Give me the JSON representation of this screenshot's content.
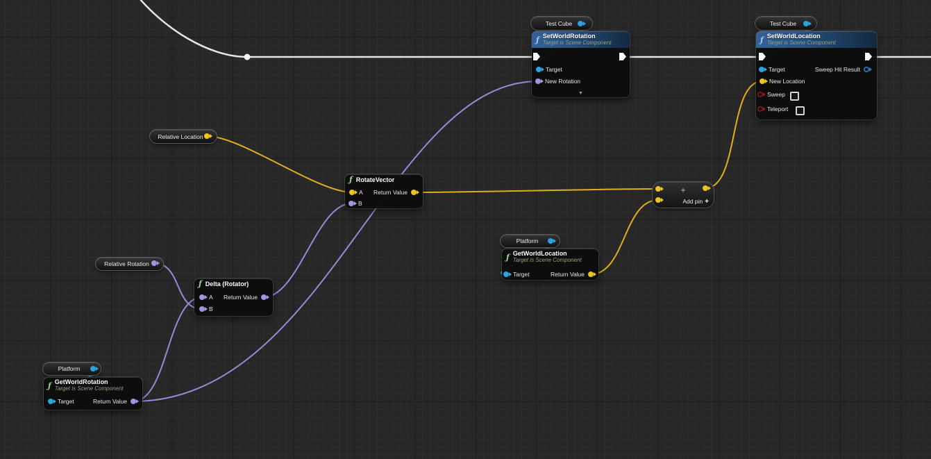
{
  "colors": {
    "background": "#272727",
    "grid_minor": "#2f2f2f",
    "grid_major": "#1c1c1c",
    "exec_wire": "#e6e6e6",
    "object_wire": "#2ca3dd",
    "vector_wire": "#dfaf1c",
    "rotator_wire": "#8f8edb",
    "bool_pin": "#8b1717",
    "header_blue": "#336399",
    "header_green": "#4c6d46"
  },
  "icons": {
    "function_glyph": "ƒ",
    "collapse_arrow": "▼"
  },
  "nodes": {
    "test_cube_1": {
      "label": "Test Cube"
    },
    "test_cube_2": {
      "label": "Test Cube"
    },
    "platform_1": {
      "label": "Platform"
    },
    "platform_2": {
      "label": "Platform"
    },
    "relative_location": {
      "label": "Relative Location"
    },
    "relative_rotation": {
      "label": "Relative Rotation"
    },
    "set_world_rotation": {
      "title": "SetWorldRotation",
      "subtitle": "Target is Scene Component",
      "pin_target": "Target",
      "pin_new_rotation": "New Rotation"
    },
    "set_world_location": {
      "title": "SetWorldLocation",
      "subtitle": "Target is Scene Component",
      "pin_target": "Target",
      "pin_new_location": "New Location",
      "pin_sweep": "Sweep",
      "pin_teleport": "Teleport",
      "pin_sweep_hit_result": "Sweep Hit Result"
    },
    "rotate_vector": {
      "title": "RotateVector",
      "pin_a": "A",
      "pin_b": "B",
      "pin_return": "Return Value"
    },
    "delta_rotator": {
      "title": "Delta (Rotator)",
      "pin_a": "A",
      "pin_b": "B",
      "pin_return": "Return Value"
    },
    "get_world_location": {
      "title": "GetWorldLocation",
      "subtitle": "Target is Scene Component",
      "pin_target": "Target",
      "pin_return": "Return Value"
    },
    "get_world_rotation": {
      "title": "GetWorldRotation",
      "subtitle": "Target is Scene Component",
      "pin_target": "Target",
      "pin_return": "Return Value"
    },
    "vector_add": {
      "plus": "+",
      "add_pin_label": "Add pin",
      "add_pin_plus": "+"
    }
  }
}
